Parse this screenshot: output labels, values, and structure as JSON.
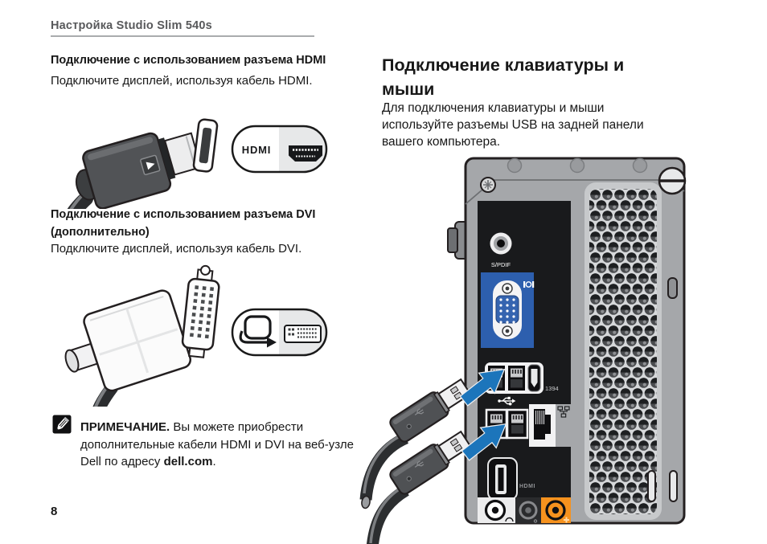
{
  "header": {
    "title": "Настройка Studio Slim 540s"
  },
  "page_number": "8",
  "left_column": {
    "hdmi_section": {
      "heading": "Подключение с использованием разъема HDMI",
      "body": "Подключите дисплей, используя кабель HDMI.",
      "badge_label": "HDMI"
    },
    "dvi_section": {
      "heading": "Подключение с использованием разъема DVI (дополнительно)",
      "body": "Подключите дисплей, используя кабель DVI."
    },
    "note": {
      "label": "ПРИМЕЧАНИЕ.",
      "text_before": " Вы можете приобрести дополнительные кабели HDMI и DVI на веб-узле Dell по адресу ",
      "link_bold": "dell.com",
      "text_after": "."
    }
  },
  "right_column": {
    "heading": "Подключение клавиатуры и мыши",
    "body": "Для подключения клавиатуры и мыши используйте разъемы USB на задней панели вашего компьютера.",
    "rear_panel": {
      "spdif_label": "S/PDIF",
      "firewire_label": "1394",
      "hdmi_label": "HDMI"
    }
  },
  "colors": {
    "arrow_blue": "#1c75bb",
    "vga_blue": "#2d5fae",
    "audio_orange": "#f6921e"
  }
}
